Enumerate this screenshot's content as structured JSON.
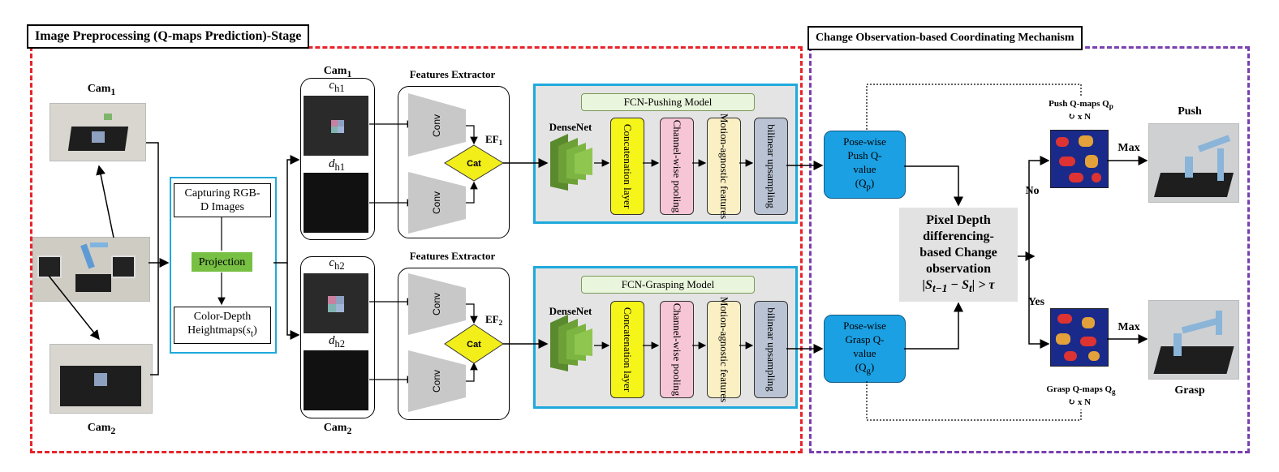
{
  "stage_titles": {
    "left": "Image Preprocessing (Q-maps Prediction)-Stage",
    "right": "Change Observation-based Coordinating Mechanism"
  },
  "cameras": {
    "cam1_label": "Cam",
    "cam1_sub": "1",
    "cam2_label": "Cam",
    "cam2_sub": "2"
  },
  "preprocess": {
    "capturing": "Capturing RGB-D Images",
    "projection": "Projection",
    "heightmaps": "Color-Depth Heightmaps(",
    "heightmaps_var": "s",
    "heightmaps_sub": "t",
    "heightmaps_end": ")"
  },
  "heightmaps": {
    "top_cam": "Cam",
    "top_cam_sub": "1",
    "bottom_cam": "Cam",
    "bottom_cam_sub": "2",
    "c_h1": "c",
    "c_h1_sub": "h1",
    "d_h1": "d",
    "d_h1_sub": "h1",
    "c_h2": "c",
    "c_h2_sub": "h2",
    "d_h2": "d",
    "d_h2_sub": "h2"
  },
  "extractors": {
    "title1": "Features Extractor",
    "title2": "Features Extractor",
    "conv": "Conv",
    "cat": "Cat",
    "ef1": "EF",
    "ef1_sub": "1",
    "ef2": "EF",
    "ef2_sub": "2"
  },
  "fcn_push": {
    "title": "FCN-Pushing Model",
    "densenet": "DenseNet",
    "layers": [
      "Concatenation layer",
      "Channel-wise pooling",
      "Motion-agnostic features",
      "bilinear upsampling"
    ]
  },
  "fcn_grasp": {
    "title": "FCN-Grasping Model",
    "densenet": "DenseNet",
    "layers": [
      "Concatenation layer",
      "Channel-wise pooling",
      "Motion-agnostic features",
      "bilinear upsampling"
    ]
  },
  "qvalues": {
    "push_lines": [
      "Pose-wise",
      "Push Q-",
      "value"
    ],
    "push_var": "(Q",
    "push_sub": "p",
    "grasp_lines": [
      "Pose-wise",
      "Grasp Q-",
      "value"
    ],
    "grasp_var": "(Q",
    "grasp_sub": "g"
  },
  "change_observation": {
    "lines": [
      "Pixel Depth",
      "differencing-",
      "based Change",
      "observation"
    ],
    "formula": "|S",
    "formula_sub1": "t−1",
    "formula_mid": " − S",
    "formula_sub2": "t",
    "formula_end": "| > τ"
  },
  "decision": {
    "no": "No",
    "yes": "Yes",
    "max_push": "Max",
    "max_grasp": "Max"
  },
  "qmaps": {
    "push_label": "Push Q-maps Q",
    "push_sub": "p",
    "push_rot": "↻ x  N",
    "grasp_label": "Grasp Q-maps Q",
    "grasp_sub": "g",
    "grasp_rot": "↻ x  N"
  },
  "actions": {
    "push": "Push",
    "grasp": "Grasp"
  },
  "colors": {
    "left_panel": "#e8232a",
    "right_panel": "#7a3fb0",
    "fcn_border": "#1fa9dc",
    "qvalue": "#1aa0e3",
    "cat": "#f2ee1a",
    "projection": "#77c043",
    "concat": "#f5f51a",
    "pooling": "#f7c6d6",
    "motion": "#fbefc4",
    "upsampling": "#b9c3d3"
  }
}
